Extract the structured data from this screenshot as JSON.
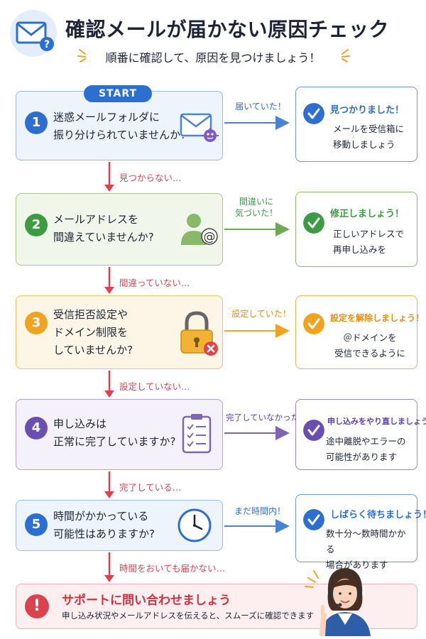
{
  "header": {
    "title": "確認メールが届かない原因チェック",
    "subtitle": "順番に確認して、原因を見つけましょう！"
  },
  "start_label": "START",
  "steps": [
    {
      "number": "1",
      "question_lines": [
        "迷惑メールフォルダに",
        "振り分けられていませんか?"
      ],
      "yes_label_lines": [
        "届いていた！"
      ],
      "result_title": "見つかりました！",
      "result_lines": [
        "メールを受信箱に",
        "移動しましょう"
      ],
      "no_label": "見つからない…",
      "icon": "mail-spam-icon"
    },
    {
      "number": "2",
      "question_lines": [
        "メールアドレスを",
        "間違えていませんか?"
      ],
      "yes_label_lines": [
        "間違いに",
        "気づいた！"
      ],
      "result_title": "修正しましょう！",
      "result_lines": [
        "正しいアドレスで",
        "再申し込みを"
      ],
      "no_label": "間違っていない…",
      "icon": "user-at-icon"
    },
    {
      "number": "3",
      "question_lines": [
        "受信拒否設定や",
        "ドメイン制限を",
        "していませんか?"
      ],
      "yes_label_lines": [
        "設定していた！"
      ],
      "result_title": "設定を解除しましょう！",
      "result_lines": [
        "＠ドメインを",
        "受信できるように"
      ],
      "no_label": "設定していない…",
      "icon": "padlock-icon"
    },
    {
      "number": "4",
      "question_lines": [
        "申し込みは",
        "正常に完了していますか?"
      ],
      "yes_label_lines": [
        "完了していなかった！"
      ],
      "result_title": "申し込みをやり直しましょう！",
      "result_lines": [
        "途中離脱やエラーの",
        "可能性があります"
      ],
      "no_label": "完了している…",
      "icon": "clipboard-icon"
    },
    {
      "number": "5",
      "question_lines": [
        "時間がかかっている",
        "可能性はありますか?"
      ],
      "yes_label_lines": [
        "まだ時間内！"
      ],
      "result_title": "しばらく待ちましょう！",
      "result_lines": [
        "数十分～数時間かかる",
        "場合があります"
      ],
      "no_label": "時間をおいても届かない…",
      "icon": "clock-icon"
    }
  ],
  "support": {
    "title": "サポートに問い合わせましょう",
    "body": "申し込み状況やメールアドレスを伝えると、スムーズに確認できます"
  },
  "colors": {
    "blue": "#2d6fcf",
    "green": "#3d9a45",
    "orange": "#f0a31f",
    "purple": "#6a4fb0",
    "red": "#d9434f"
  }
}
